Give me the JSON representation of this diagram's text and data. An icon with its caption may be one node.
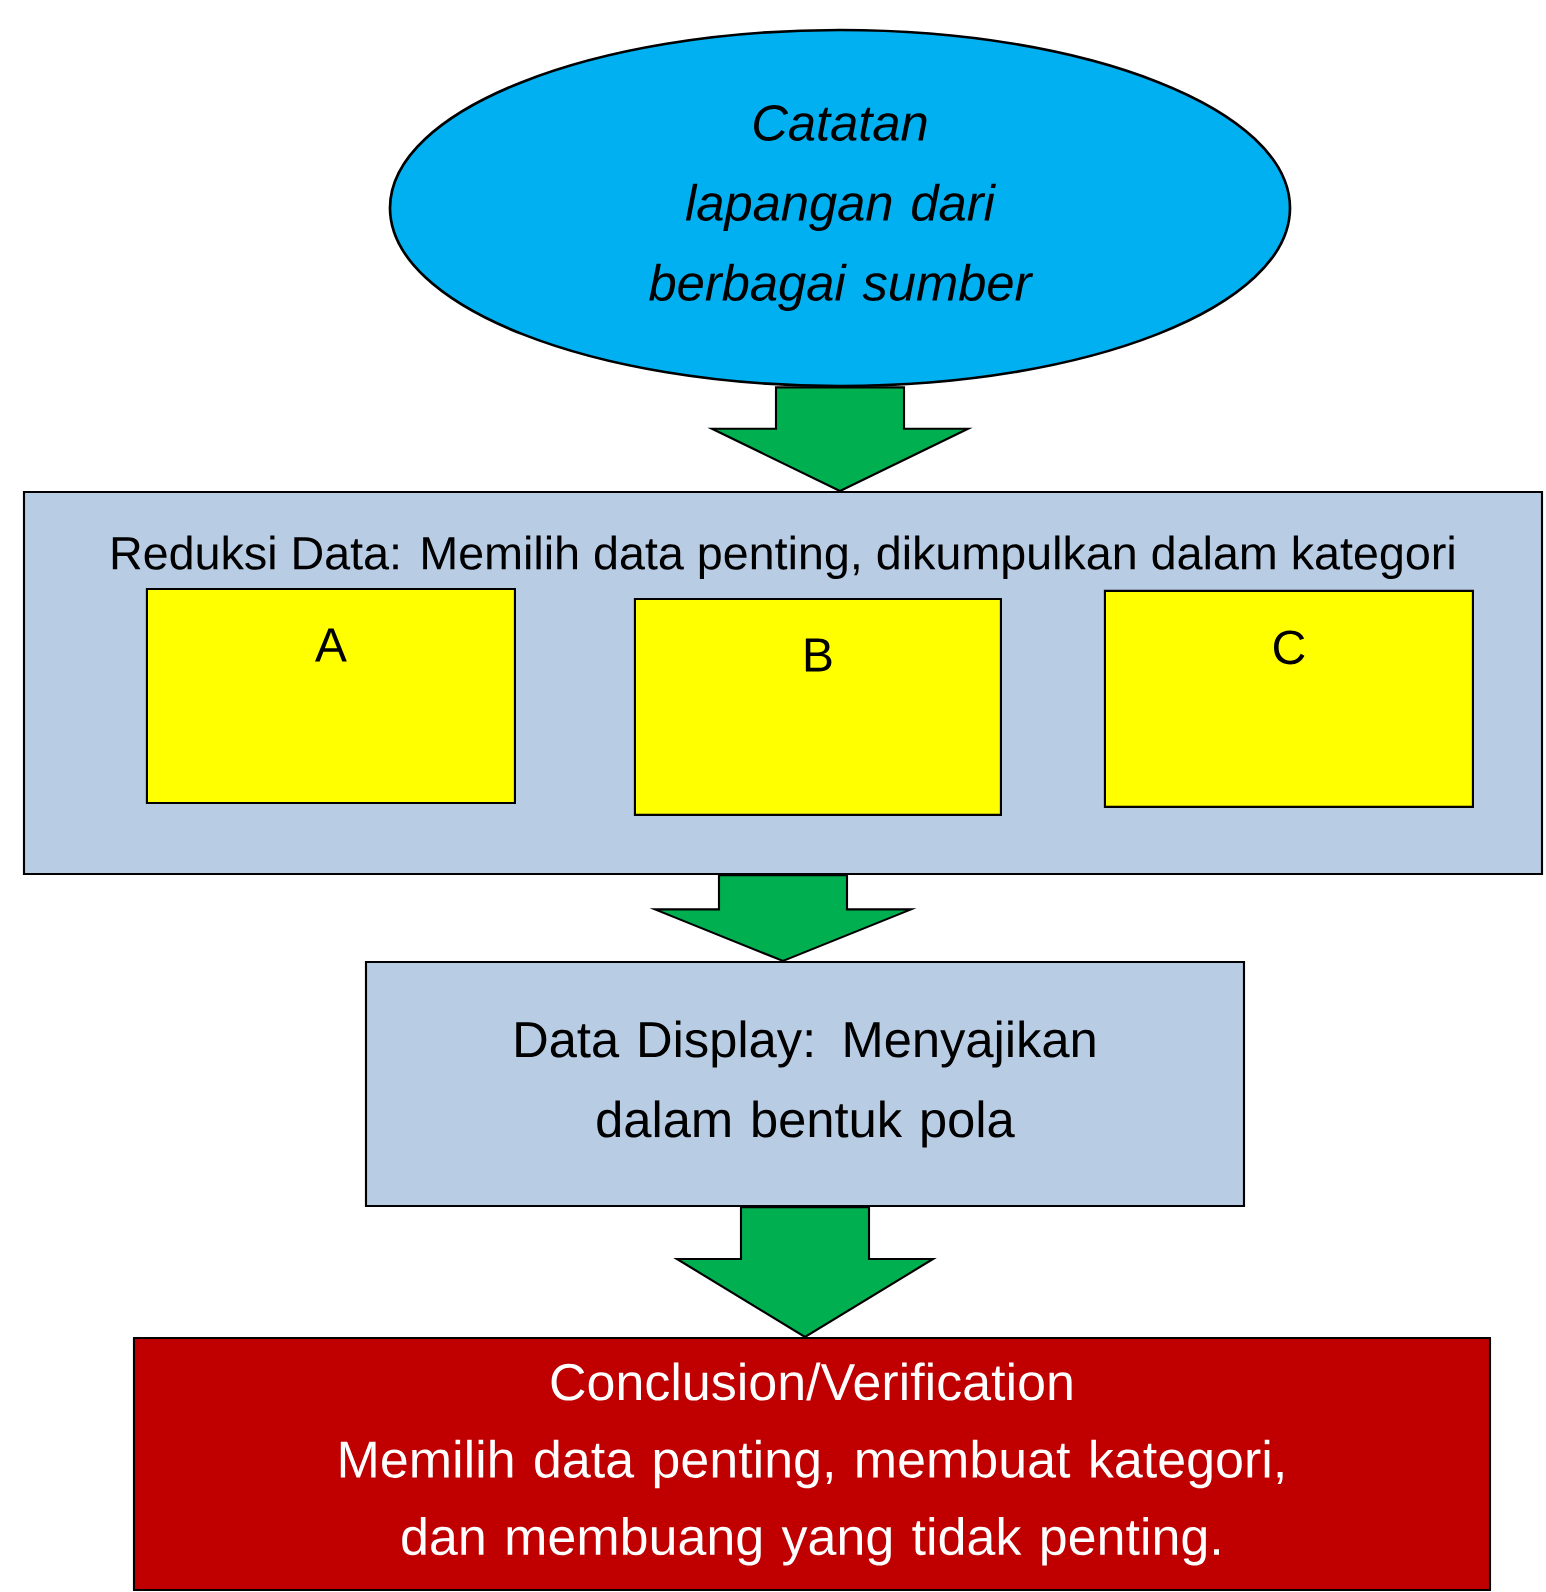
{
  "diagram": {
    "nodes": [
      {
        "text": [
          "Catatan lapangan dari berbagai sumber"
        ]
      },
      {
        "text": [
          "Reduksi Data: Memilih data penting, dikumpulkan dalam kategori"
        ]
      },
      {
        "text": [
          "A"
        ],
        "in": 1
      },
      {
        "text": [
          "B"
        ],
        "in": 1
      },
      {
        "text": [
          "C"
        ],
        "in": 1
      },
      {
        "text": [
          "Data Display: Menyajikan dalam bentuk pola"
        ]
      },
      {
        "text": [
          "Conclusion/Verification",
          "Memilih data penting, membuat kategori, dan membuang yang tidak penting."
        ]
      }
    ],
    "edges": [
      {
        "from": 0,
        "to": 1,
        "arrow": "to"
      },
      {
        "from": 1,
        "to": 5,
        "arrow": "to"
      },
      {
        "from": 5,
        "to": 6,
        "arrow": "to"
      }
    ]
  }
}
